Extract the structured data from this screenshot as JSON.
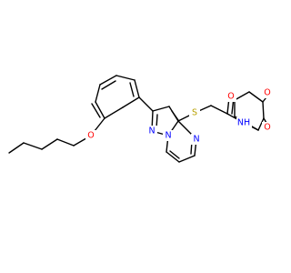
{
  "colors": {
    "background": "#ffffff",
    "bond": "#000000",
    "heteroatoms": {
      "O": "#ff0000",
      "N": "#0000ff",
      "S": "#b8a000",
      "NH": "#0000ff"
    }
  },
  "atom_labels": {
    "ether_O": "O",
    "pz_N1": "N",
    "pz_N2": "N",
    "pyrazine_N": "N",
    "S": "S",
    "carbonyl_O": "O",
    "amide_NH": "NH",
    "dioxane_O_top": "O",
    "dioxane_O_bottom": "O"
  }
}
